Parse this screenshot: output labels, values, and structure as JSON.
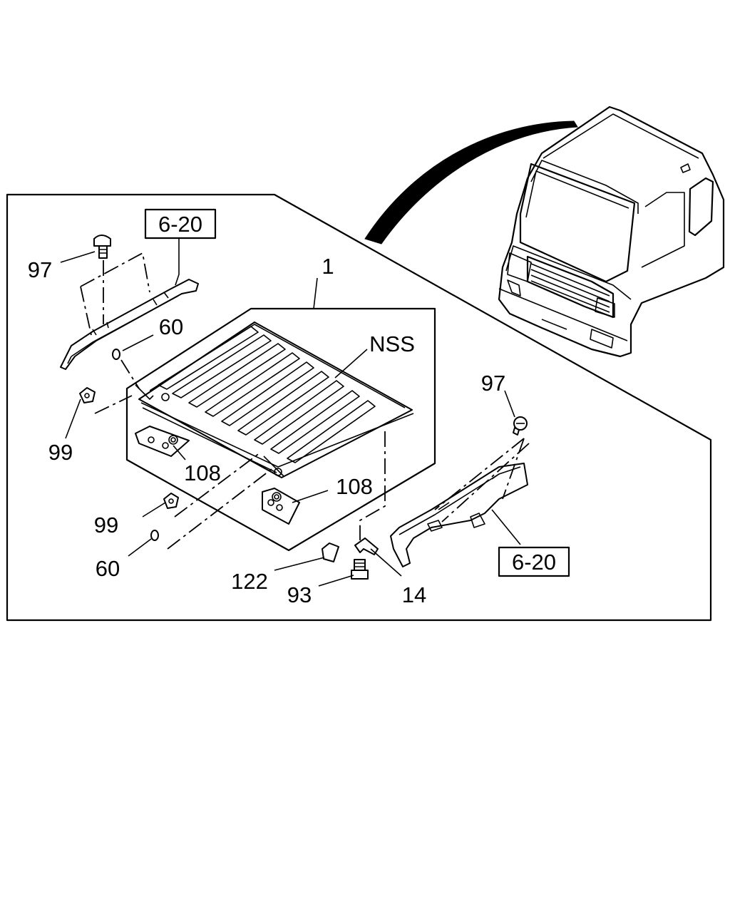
{
  "callouts": {
    "ref_top_left": "6-20",
    "ref_right": "6-20",
    "part_1": "1",
    "nss": "NSS",
    "screw_97_left": "97",
    "screw_97_right": "97",
    "plug_60_top": "60",
    "plug_60_bottom": "60",
    "nut_99_top": "99",
    "nut_99_bottom": "99",
    "bracket_108_left": "108",
    "bracket_108_right": "108",
    "pad_122": "122",
    "bolt_93": "93",
    "clip_14": "14"
  },
  "icons": {
    "truck_cab": "truck-cab-icon",
    "roof_panel": "roof-panel-icon"
  }
}
